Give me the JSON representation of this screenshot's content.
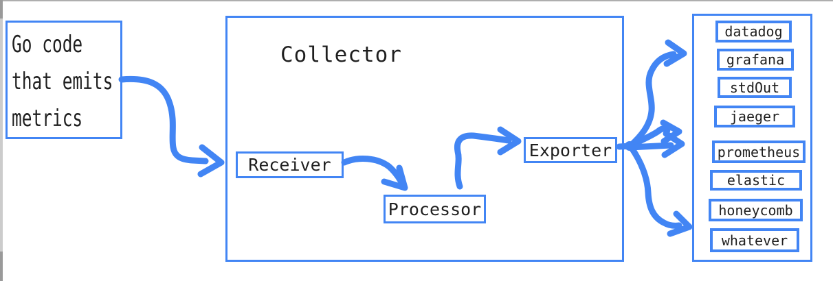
{
  "diagram": {
    "source": {
      "lines": [
        "Go code",
        "that emits",
        "metrics"
      ]
    },
    "collector": {
      "title": "Collector",
      "receiver": "Receiver",
      "processor": "Processor",
      "exporter": "Exporter"
    },
    "backends": {
      "items": [
        "datadog",
        "grafana",
        "stdOut",
        "jaeger",
        "prometheus",
        "elastic",
        "honeycomb",
        "whatever"
      ]
    }
  },
  "colors": {
    "accent_blue": "#4285f4",
    "text": "#1f1f1f",
    "chrome_gray": "#cccccc"
  }
}
